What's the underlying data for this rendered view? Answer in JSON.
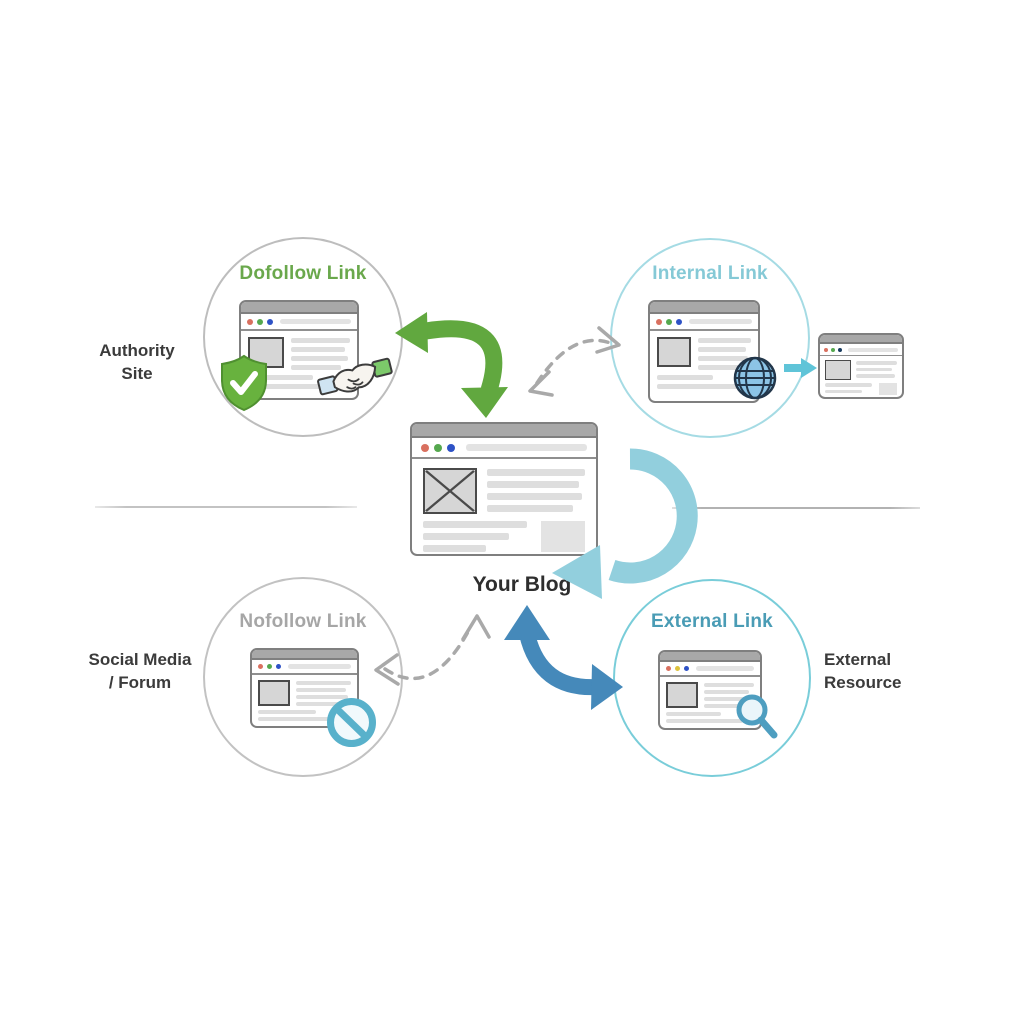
{
  "diagram": {
    "center": {
      "label": "Your Blog"
    },
    "circles": [
      {
        "id": "dofollow",
        "label": "Dofollow Link",
        "label_color": "#6aa84c",
        "ring_color": "#bdbdbd",
        "icons": [
          "shield-check-icon",
          "handshake-icon"
        ]
      },
      {
        "id": "internal",
        "label": "Internal Link",
        "label_color": "#85c9d6",
        "ring_color": "#a5dbe4",
        "icons": [
          "globe-icon"
        ]
      },
      {
        "id": "nofollow",
        "label": "Nofollow Link",
        "label_color": "#a6a6a6",
        "ring_color": "#c2c2c2",
        "icons": [
          "blocked-icon"
        ]
      },
      {
        "id": "external",
        "label": "External Link",
        "label_color": "#4a9cb5",
        "ring_color": "#79cdd9",
        "icons": [
          "magnifier-icon"
        ]
      }
    ],
    "side_labels": {
      "authority_site": [
        "Authority",
        "Site"
      ],
      "social_media_forum": [
        "Social Media",
        "/ Forum"
      ],
      "external_resource": [
        "External",
        "Resource"
      ]
    },
    "arrows": [
      {
        "id": "dofollow-blog-arrow",
        "style": "solid",
        "direction": "bidirectional",
        "color": "#61a83f"
      },
      {
        "id": "blog-internal-dashed-arrow",
        "style": "dashed",
        "direction": "bidirectional",
        "color": "#a9a9a9"
      },
      {
        "id": "blog-self-loop-arrow",
        "style": "solid",
        "direction": "one-way",
        "color": "#92cfdd"
      },
      {
        "id": "external-blog-arrow",
        "style": "solid",
        "direction": "bidirectional",
        "color": "#4589ba"
      },
      {
        "id": "nofollow-blog-dashed-arrow",
        "style": "dashed",
        "direction": "bidirectional",
        "color": "#a9a9a9"
      },
      {
        "id": "internal-out-arrow",
        "style": "solid",
        "direction": "one-way",
        "color": "#5fc4d8"
      }
    ],
    "colors": {
      "green": "#61a83f",
      "teal_light": "#92cfdd",
      "teal": "#5fc4d8",
      "blue": "#4589ba",
      "dashed_gray": "#a9a9a9",
      "text_dark": "#3b3b3b",
      "window_border": "#7f7f7f"
    }
  }
}
